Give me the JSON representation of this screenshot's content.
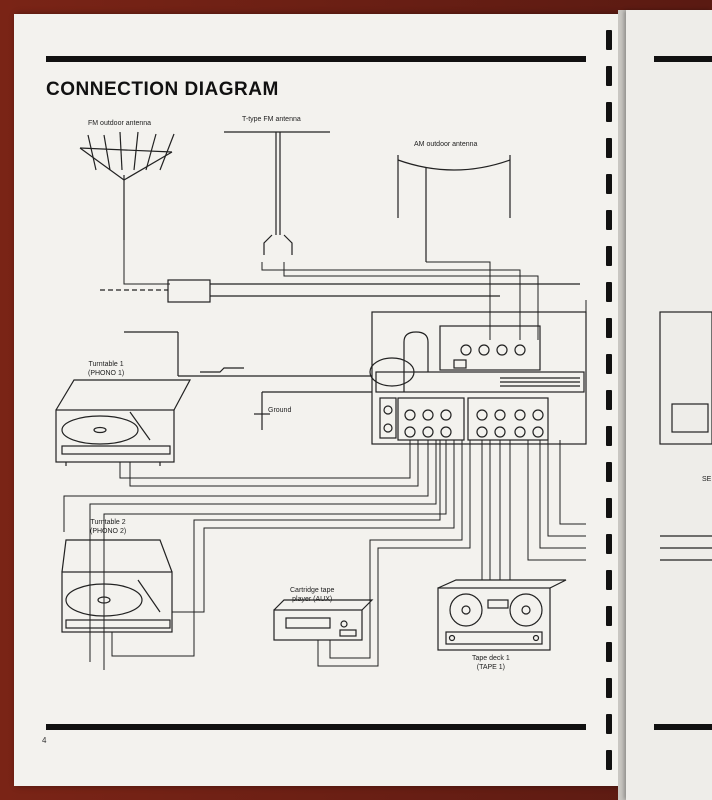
{
  "title": "CONNECTION DIAGRAM",
  "page_number": "4",
  "antennas": {
    "fm_outdoor": "FM outdoor antenna",
    "t_type_fm": "T-type FM antenna",
    "am_outdoor": "AM outdoor antenna"
  },
  "ground": "Ground",
  "turntable1": {
    "name": "Turntable 1",
    "input": "(PHONO 1)"
  },
  "turntable2": {
    "name": "Turntable 2",
    "input": "(PHONO 2)"
  },
  "cartridge": {
    "line1": "Cartridge tape",
    "line2": "player (AUX)"
  },
  "tape_deck": {
    "name": "Tape deck 1",
    "input": "(TAPE 1)"
  },
  "right_page_fragment": "SE",
  "colors": {
    "ink": "#111111",
    "paper": "#f3f2ee",
    "cover": "#5a1a12"
  }
}
